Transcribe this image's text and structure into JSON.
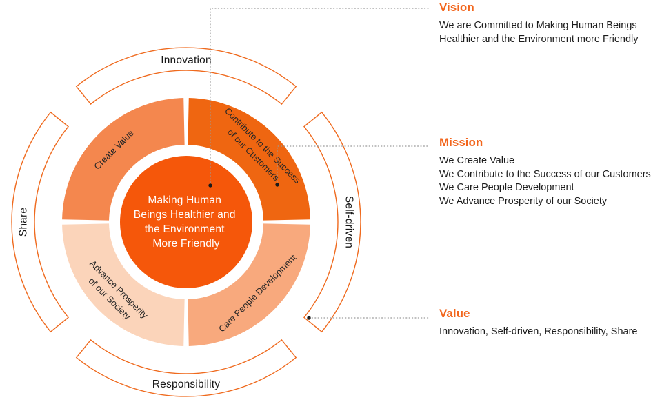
{
  "colors": {
    "accent": "#f2661d",
    "ring": "#ef6a1e",
    "center_circle": "#f5570a",
    "quad_top_right": "#ef6611",
    "quad_top_left": "#f4874e",
    "quad_bottom_right": "#f8a97d",
    "quad_bottom_left": "#fbd4ba",
    "leader_line": "#9a9a9a",
    "dot": "#1a1a1a"
  },
  "wheel": {
    "ring": {
      "top": "Innovation",
      "right": "Self-driven",
      "bottom": "Responsibility",
      "left": "Share"
    },
    "center": [
      "Making Human",
      "Beings Healthier and",
      "the Environment",
      "More Friendly"
    ],
    "quadrants": {
      "top_left": "Create Value",
      "top_right_line1": "Contribute to the Success",
      "top_right_line2": "of our Customers",
      "bottom_left_line1": "Advance Prosperity",
      "bottom_left_line2": "of our Society",
      "bottom_right": "Care People Development"
    }
  },
  "panel": {
    "vision": {
      "title": "Vision",
      "lines": [
        "We are Committed to Making Human Beings",
        "Healthier and the Environment more Friendly"
      ]
    },
    "mission": {
      "title": "Mission",
      "lines": [
        "We Create Value",
        "We Contribute to the Success of our Customers",
        "We Care People Development",
        "We Advance Prosperity of our Society"
      ]
    },
    "value": {
      "title": "Value",
      "lines": [
        "Innovation, Self-driven, Responsibility, Share"
      ]
    }
  }
}
